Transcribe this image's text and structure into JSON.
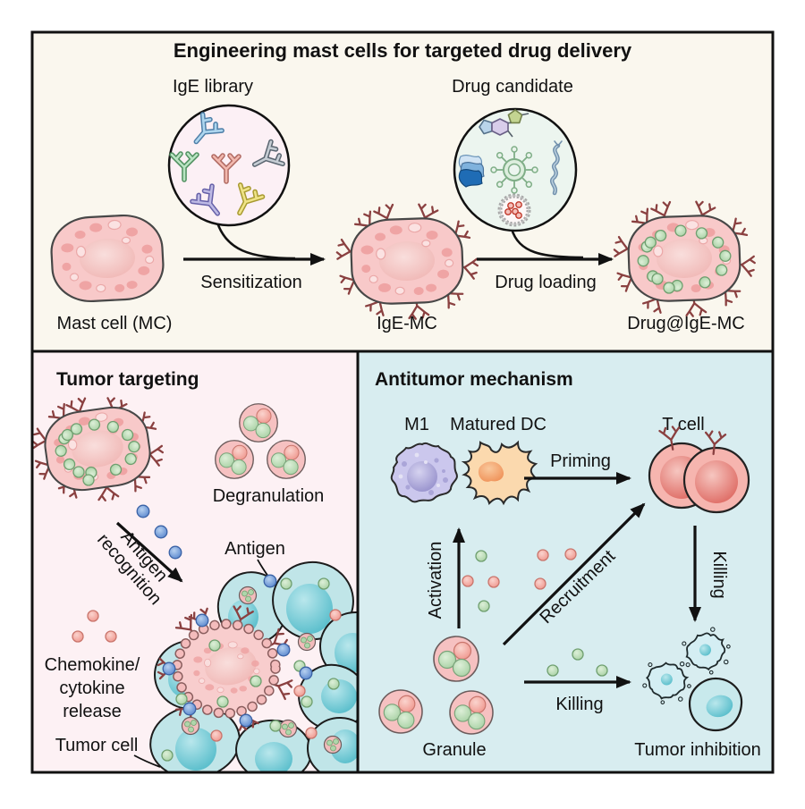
{
  "top_panel": {
    "title": "Engineering mast cells for targeted drug delivery",
    "ige_library_label": "IgE library",
    "drug_candidate_label": "Drug candidate",
    "mast_cell_label": "Mast cell (MC)",
    "sensitization_label": "Sensitization",
    "ige_mc_label": "IgE-MC",
    "drug_loading_label": "Drug loading",
    "drug_ige_mc_label": "Drug@IgE-MC"
  },
  "tumor_targeting_panel": {
    "title": "Tumor targeting",
    "degranulation_label": "Degranulation",
    "antigen_recognition_line1": "Antigen",
    "antigen_recognition_line2": "recognition",
    "antigen_label": "Antigen",
    "chemokine_line1": "Chemokine/",
    "chemokine_line2": "cytokine",
    "chemokine_line3": "release",
    "tumor_cell_label": "Tumor cell"
  },
  "antitumor_panel": {
    "title": "Antitumor mechanism",
    "m1_label": "M1",
    "dc_label": "Matured DC",
    "priming_label": "Priming",
    "t_cell_label": "T cell",
    "activation_label": "Activation",
    "recruitment_label": "Recruitment",
    "killing_label": "Killing",
    "killing_vertical_label": "Killing",
    "granule_label": "Granule",
    "tumor_inhibition_label": "Tumor inhibition"
  },
  "colors": {
    "panel_top_bg": "#faf7ee",
    "panel_tumor_bg": "#fdf1f4",
    "panel_antitumor_bg": "#d8edf0",
    "mast_cell_pink": "#f8c9c9",
    "tumor_cell_teal": "#c0e5e8",
    "tumor_nucleus_teal": "#5fc3cf",
    "granule_pink": "#f6c1c1",
    "drug_green": "#a6d0a2",
    "chemokine_pink": "#ef938a",
    "antigen_blue": "#5583cc",
    "m1_purple": "#cbc7ed",
    "dc_orange": "#fbd9ae",
    "t_cell_red": "#dd655e",
    "outline": "#111111"
  }
}
